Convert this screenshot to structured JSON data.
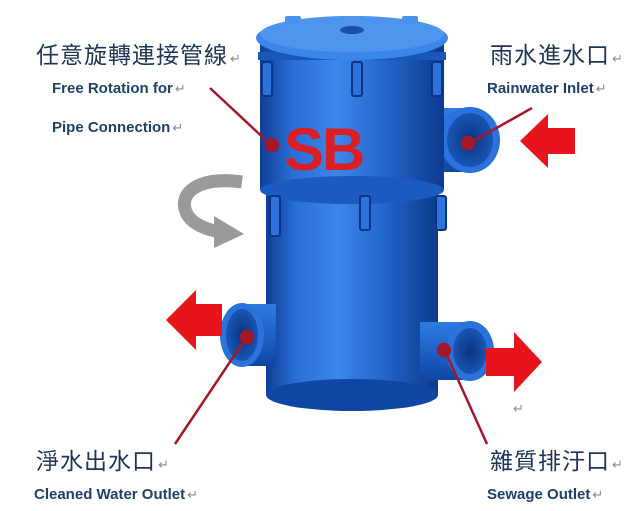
{
  "brand": {
    "logo_text": "SB",
    "logo_color": "#d81f26",
    "body_color": "#1f5fc4"
  },
  "labels": {
    "rotation_zh": "任意旋轉連接管線",
    "rotation_en_1": "Free Rotation for",
    "rotation_en_2": "Pipe Connection",
    "rain_zh": "雨水進水口",
    "rain_en": "Rainwater Inlet",
    "clean_zh": "淨水出水口",
    "clean_en": "Cleaned Water Outlet",
    "sewage_zh": "雜質排汙口",
    "sewage_en": "Sewage Outlet",
    "return_mark": "↵"
  },
  "colors": {
    "arrow_red": "#e8141b",
    "leader_line": "#a3182a",
    "rotate_arrow": "#9a9a9a",
    "text": "#1f3a63"
  }
}
